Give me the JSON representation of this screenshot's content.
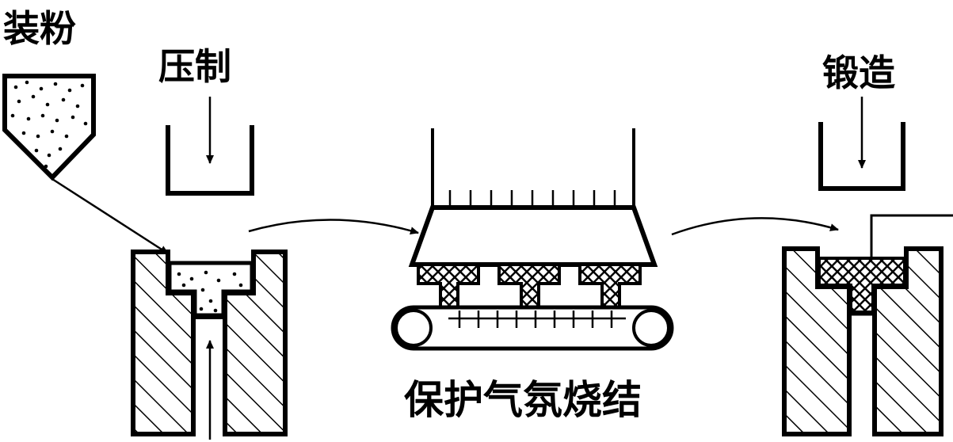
{
  "labels": {
    "fill_powder": "装粉",
    "press": "压制",
    "sinter": "保护气氛烧结",
    "forge": "锻造"
  },
  "colors": {
    "ink": "#000000",
    "background": "#ffffff"
  }
}
